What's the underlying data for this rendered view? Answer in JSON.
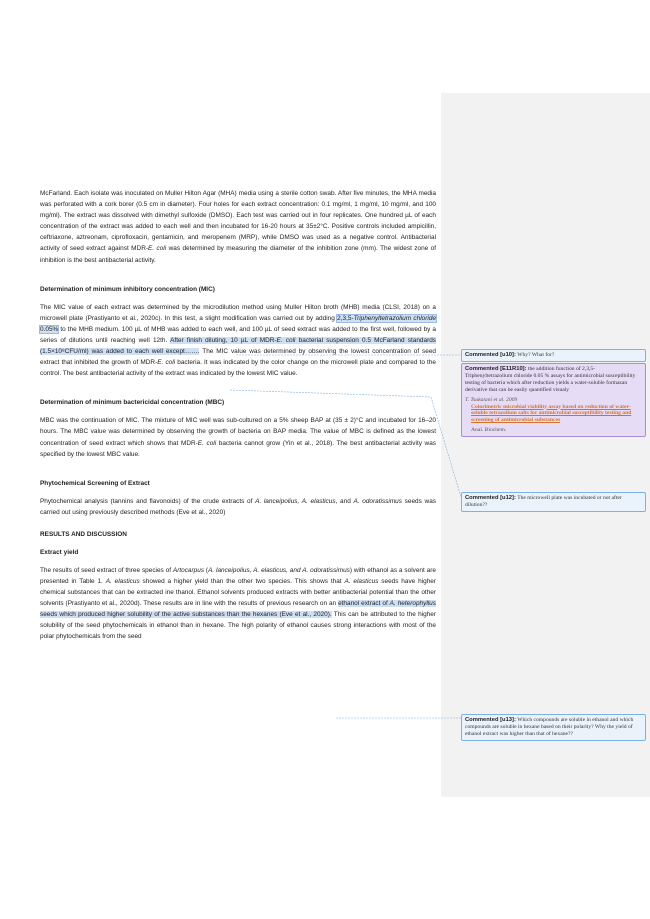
{
  "para1": {
    "t1": "McFarland. Each isolate was inoculated on Muller Hilton Agar (MHA) media using a sterile cotton swab. After five minutes, the MHA media was perforated with a cork borer (0.5 cm in diameter). Four holes for each extract concentration: 0.1 mg/ml, 1 mg/ml, 10 mg/ml, and 100 mg/ml). The extract was dissolved with dimethyl sulfoxide (DMSO). Each test was carried out in four replicates. One hundred µL of each concentration of the extract was added to each well and then incubated for 16-20 hours at 35±2°C. Positive controls included ampicillin, ceftriaxone, aztreonam, ciprofloxacin, gentamicin, and meropenem (MRP), while DMSO was used as a negative control.  Antibacterial activity of seed extract against MDR-",
    "t1i": "E. coli",
    "t2": " was determined by measuring the diameter of the inhibition zone (mm). The widest zone of inhibition is the best antibacterial activity."
  },
  "heading_mic": "Determination of minimum inhibitory concentration (MIC)",
  "para_mic": {
    "a": "The MIC value of each extract was determined by the microdilution method using Muller Hilton broth (MHB) media (CLSI, 2018) on a microwell plate (Prastiyanto et al., 2020c). In this test, a slight modification was carried out by adding ",
    "hl1a": "2,3,5-",
    "hl1i": "Triphenyltetrazolium chloride",
    "hl1b": " 0.05%",
    "b": " to the MHB medium. 100 µL of MHB was added to each well, and 100 µL of seed extract was added to the first well, followed by a series of dilutions until reaching well 12th. ",
    "hl2a": "After finish diluting, 10 µL of MDR-",
    "hl2i": "E. coli",
    "hl2b": " bacterial suspension 0.5 McFarland standards (1.5×10⁸CFU/ml) was added to each well except…….",
    "c": " The MIC value was determined by observing the lowest concentration of seed extract that inhibited the growth of MDR-",
    "ci": "E. coli",
    "d": " bacteria. It was indicated by the color change on the microwell plate and compared to the control. The best antibacterial activity of the extract was indicated by the lowest MIC value."
  },
  "heading_mbc": "Determination of minimum bactericidal concentration (MBC)",
  "para_mbc": {
    "a": "MBC was the continuation of MIC. The mixture of MIC well was sub-cultured on a 5% sheep BAP at (35 ± 2)°C and incubated for 16–20 hours. The MBC value was determined by observing the growth of bacteria on BAP media. The value of MBC is defined as the lowest concentration of seed extract which shows that MDR-",
    "ai": "E. coli",
    "b": " bacteria cannot grow (Yin et al., 2018). The best antibacterial activity was specified by the lowest MBC value."
  },
  "heading_phyto": "Phytochemical Screening of Extract",
  "para_phyto": {
    "a": "Phytochemical analysis (tannins and flavonoids) of the crude extracts of ",
    "i1": "A. lanceipolius, A. elasticus",
    "b": ", and ",
    "i2": "A. odoratissimus",
    "c": " seeds was carried out using previously described methods (Eve et al., 2020)"
  },
  "heading_results": "RESULTS AND DISCUSSION",
  "heading_yield": "Extract yield",
  "para_yield": {
    "a": "The results of seed extract of three species of ",
    "i1": "Artocarpus",
    "b": " (",
    "i2": "A. lanceipolius, A. elasticus, and A. odoratissimus",
    "c": ") with ethanol as a solvent are presented in Table 1. ",
    "i3": "A. elasticus",
    "d": " showed a higher yield than the other two species. This shows that ",
    "i4": "A. elasticus",
    "e": " seeds have higher chemical substances that can be extracted ine thanol. Ethanol solvents produced extracts with better antibacterial potential than the other solvents (Prastiyanto et al., 2020d). These results are in line with the results of previous research on an ",
    "hl1": "ethanol extract of ",
    "hl1i": "A. heterophyllus",
    "hl2": " seeds which produced higher solubility of the active substances than the hexanes (Eve et al., 2020).",
    "f": " This can be attributed to the higher solubility of the seed phytochemicals in ethanol than in hexane. The high polarity of ethanol causes strong interactions with most of the polar phytochemicals from the seed"
  },
  "comments": [
    {
      "author": "Commented [u10]:",
      "text": "Why? What for?"
    },
    {
      "author": "Commented [E11R10]:",
      "text": "the addition function of 2,3,5-Triphenyltetrazolium chloride 0.05 % assays for antimicrobial susceptibility testing of bacteria which after reduction yields a water-soluble formazan derivative that can be easily quantified visualy",
      "ref_author": "T. Tsukatani et al. 2009",
      "ref_title": "Colorimetric microbial viability assay based on reduction of water-soluble tetrazolium salts for antimicrobial susceptibility testing and screening of antimicrobial substances",
      "ref_journal": "Anal. Biochem."
    },
    {
      "author": "Commented [u12]:",
      "text": "The microwell plate was incubated or not after dilution??"
    },
    {
      "author": "Commented [u13]:",
      "text": "Which compounds are soluble in ethanol and which compounds are soluble in hexane based on their polarity? Why the yield of ethanol extract was higher than that of hexane??"
    }
  ]
}
